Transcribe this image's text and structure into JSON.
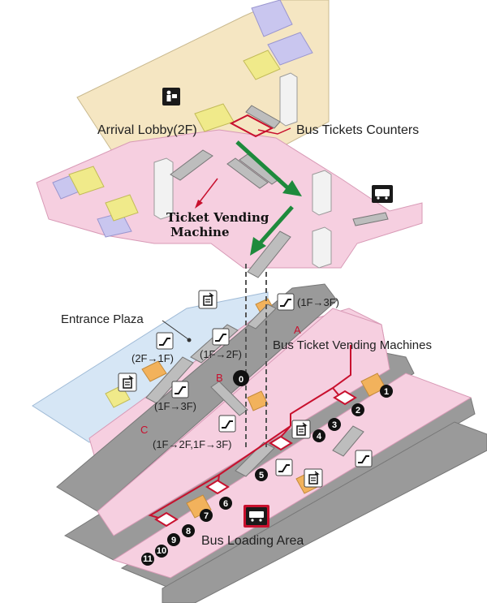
{
  "labels": {
    "arrival_lobby": "Arrival Lobby(2F)",
    "bus_tickets_counters": "Bus Tickets Counters",
    "ticket_vending_line1": "Ticket Vending",
    "ticket_vending_line2": "Machine",
    "entrance_plaza": "Entrance Plaza",
    "bus_ticket_vending_machines": "Bus Ticket Vending Machines",
    "bus_loading_area": "Bus Loading Area",
    "esc_1f_3f_top": "(1F→3F)",
    "esc_2f_1f": "(2F→1F)",
    "esc_1f_2f": "(1F→2F)",
    "esc_1f_3f_mid": "(1F→3F)",
    "esc_combo": "(1F→2F,1F→3F)"
  },
  "letters": {
    "a": "A",
    "b": "B",
    "c": "C"
  },
  "stops": [
    "0",
    "1",
    "2",
    "3",
    "4",
    "5",
    "6",
    "7",
    "8",
    "9",
    "10",
    "11"
  ],
  "colors": {
    "floor_pink": "#f6cfe0",
    "floor_tan": "#f5e6c2",
    "plaza_blue": "#d6e6f5",
    "road_gray": "#9a9a9a",
    "accent_red": "#c8102e",
    "arrow_green": "#1e8a3c",
    "yellow_block": "#f0ea8a",
    "lavender_block": "#c9c6ef",
    "orange_block": "#f2b25c"
  },
  "icons": [
    "information-icon",
    "bus-icon",
    "escalator-icon",
    "ticket-machine-icon",
    "bus-stop-icon"
  ]
}
